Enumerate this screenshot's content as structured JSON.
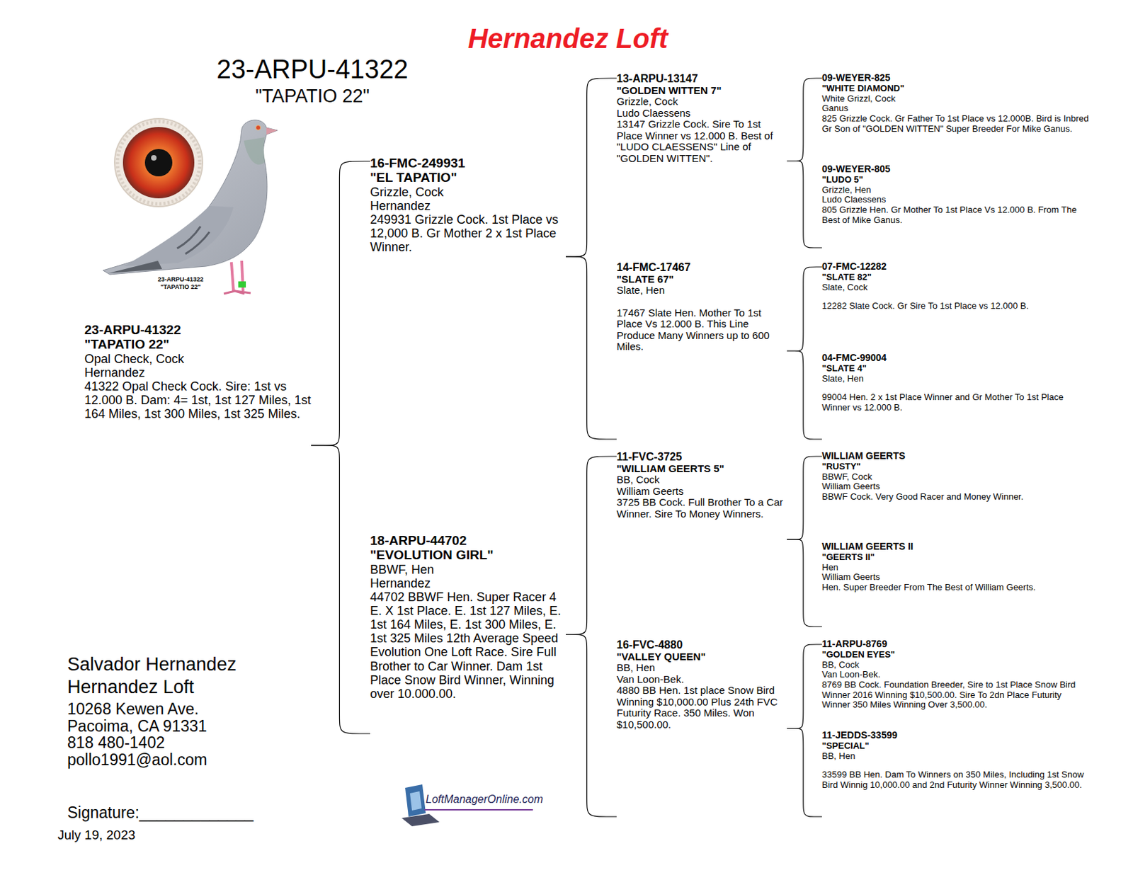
{
  "diagram": {
    "title": "Hernandez Loft",
    "nodes": [
      {
        "text": [
          "23-ARPU-41322",
          "\"TAPATIO 22\"",
          "Opal Check, Cock",
          "Hernandez",
          "41322 Opal Check Cock. Sire: 1st vs 12.000 B. Dam: 4= 1st, 1st 127 Miles, 1st 164 Miles, 1st 300 Miles, 1st 325 Miles."
        ]
      },
      {
        "text": [
          "16-FMC-249931",
          "\"EL TAPATIO\"",
          "Grizzle, Cock",
          "Hernandez",
          "249931 Grizzle Cock. 1st Place vs 12,000 B. Gr Mother 2 x 1st Place Winner."
        ]
      },
      {
        "text": [
          "18-ARPU-44702",
          "\"EVOLUTION GIRL\"",
          "BBWF, Hen",
          "Hernandez",
          "44702 BBWF Hen. Super Racer 4 E. X 1st Place. E. 1st 127 Miles, E. 1st 164 Miles, E. 1st 300 Miles, E. 1st 325 Miles 12th Average Speed Evolution One Loft Race. Sire Full Brother to Car Winner. Dam 1st Place Snow Bird Winner, Winning over 10.000.00."
        ]
      },
      {
        "text": [
          "13-ARPU-13147",
          "\"GOLDEN WITTEN 7\"",
          "Grizzle, Cock",
          "Ludo Claessens",
          "13147 Grizzle Cock. Sire To 1st Place Winner vs 12.000 B. Best of \"LUDO CLAESSENS\" Line of \"GOLDEN WITTEN\"."
        ]
      },
      {
        "text": [
          "14-FMC-17467",
          "\"SLATE 67\"",
          "Slate, Hen",
          "17467 Slate Hen. Mother To 1st Place Vs 12.000 B. This Line Produce Many Winners up to 600 Miles."
        ]
      },
      {
        "text": [
          "11-FVC-3725",
          "\"WILLIAM GEERTS 5\"",
          "BB, Cock",
          "William Geerts",
          "3725 BB Cock. Full Brother To a Car Winner. Sire To Money Winners."
        ]
      },
      {
        "text": [
          "16-FVC-4880",
          "\"VALLEY QUEEN\"",
          "BB, Hen",
          "Van Loon-Bek.",
          "4880 BB Hen. 1st place Snow Bird Winning $10,000.00 Plus 24th FVC Futurity Race. 350 Miles. Won $10,500.00."
        ]
      },
      {
        "text": [
          "09-WEYER-825",
          "\"WHITE DIAMOND\"",
          "White Grizzl, Cock",
          "Ganus",
          "825 Grizzle Cock. Gr Father To 1st Place vs 12.000B. Bird is Inbred Gr Son of \"GOLDEN WITTEN\" Super Breeder For Mike Ganus."
        ]
      },
      {
        "text": [
          "09-WEYER-805",
          "\"LUDO 5\"",
          "Grizzle, Hen",
          "Ludo Claessens",
          "805 Grizzle Hen. Gr Mother To 1st Place Vs 12.000 B. From The Best of Mike Ganus."
        ]
      },
      {
        "text": [
          "07-FMC-12282",
          "\"SLATE 82\"",
          "Slate, Cock",
          "12282 Slate Cock. Gr Sire To 1st Place vs 12.000 B."
        ]
      },
      {
        "text": [
          "04-FMC-99004",
          "\"SLATE 4\"",
          "Slate, Hen",
          "99004 Hen. 2 x 1st Place Winner and Gr Mother To 1st Place Winner vs 12.000 B."
        ]
      },
      {
        "text": [
          "WILLIAM GEERTS",
          "\"RUSTY\"",
          "BBWF, Cock",
          "William Geerts",
          "BBWF Cock. Very Good Racer and Money Winner."
        ]
      },
      {
        "text": [
          "WILLIAM GEERTS II",
          "\"GEERTS II\"",
          "Hen",
          "William Geerts",
          "Hen. Super Breeder From The Best of William Geerts."
        ]
      },
      {
        "text": [
          "11-ARPU-8769",
          "\"GOLDEN EYES\"",
          "BB, Cock",
          "Van Loon-Bek.",
          "8769 BB Cock. Foundation Breeder, Sire to 1st Place Snow Bird Winner 2016 Winning $10,500.00. Sire To 2dn Place Futurity Winner 350 Miles Winning Over 3,500.00."
        ]
      },
      {
        "text": [
          "11-JEDDS-33599",
          "\"SPECIAL\"",
          "BB, Hen",
          "33599 BB Hen. Dam To Winners on 350 Miles, Including 1st Snow Bird Winnig 10,000.00 and 2nd Futurity Winner Winning 3,500.00."
        ]
      }
    ],
    "edges": [
      {
        "from": 0,
        "to": 1,
        "arrow": "none"
      },
      {
        "from": 0,
        "to": 2,
        "arrow": "none"
      },
      {
        "from": 1,
        "to": 3,
        "arrow": "none"
      },
      {
        "from": 1,
        "to": 4,
        "arrow": "none"
      },
      {
        "from": 2,
        "to": 5,
        "arrow": "none"
      },
      {
        "from": 2,
        "to": 6,
        "arrow": "none"
      },
      {
        "from": 3,
        "to": 7,
        "arrow": "none"
      },
      {
        "from": 3,
        "to": 8,
        "arrow": "none"
      },
      {
        "from": 4,
        "to": 9,
        "arrow": "none"
      },
      {
        "from": 4,
        "to": 10,
        "arrow": "none"
      },
      {
        "from": 5,
        "to": 11,
        "arrow": "none"
      },
      {
        "from": 5,
        "to": 12,
        "arrow": "none"
      },
      {
        "from": 6,
        "to": 13,
        "arrow": "none"
      },
      {
        "from": 6,
        "to": 14,
        "arrow": "none"
      }
    ],
    "labels": [
      "23-ARPU-41322",
      "\"TAPATIO 22\"",
      "23-ARPU-41322",
      "\"TAPATIO 22\"",
      "Salvador Hernandez",
      "Hernandez Loft",
      "10268 Kewen Ave.",
      "Pacoima, CA 91331",
      "818 480-1402",
      "pollo1991@aol.com",
      "Signature:_____________",
      "July 19, 2023",
      "LoftManagerOnline.com"
    ]
  }
}
